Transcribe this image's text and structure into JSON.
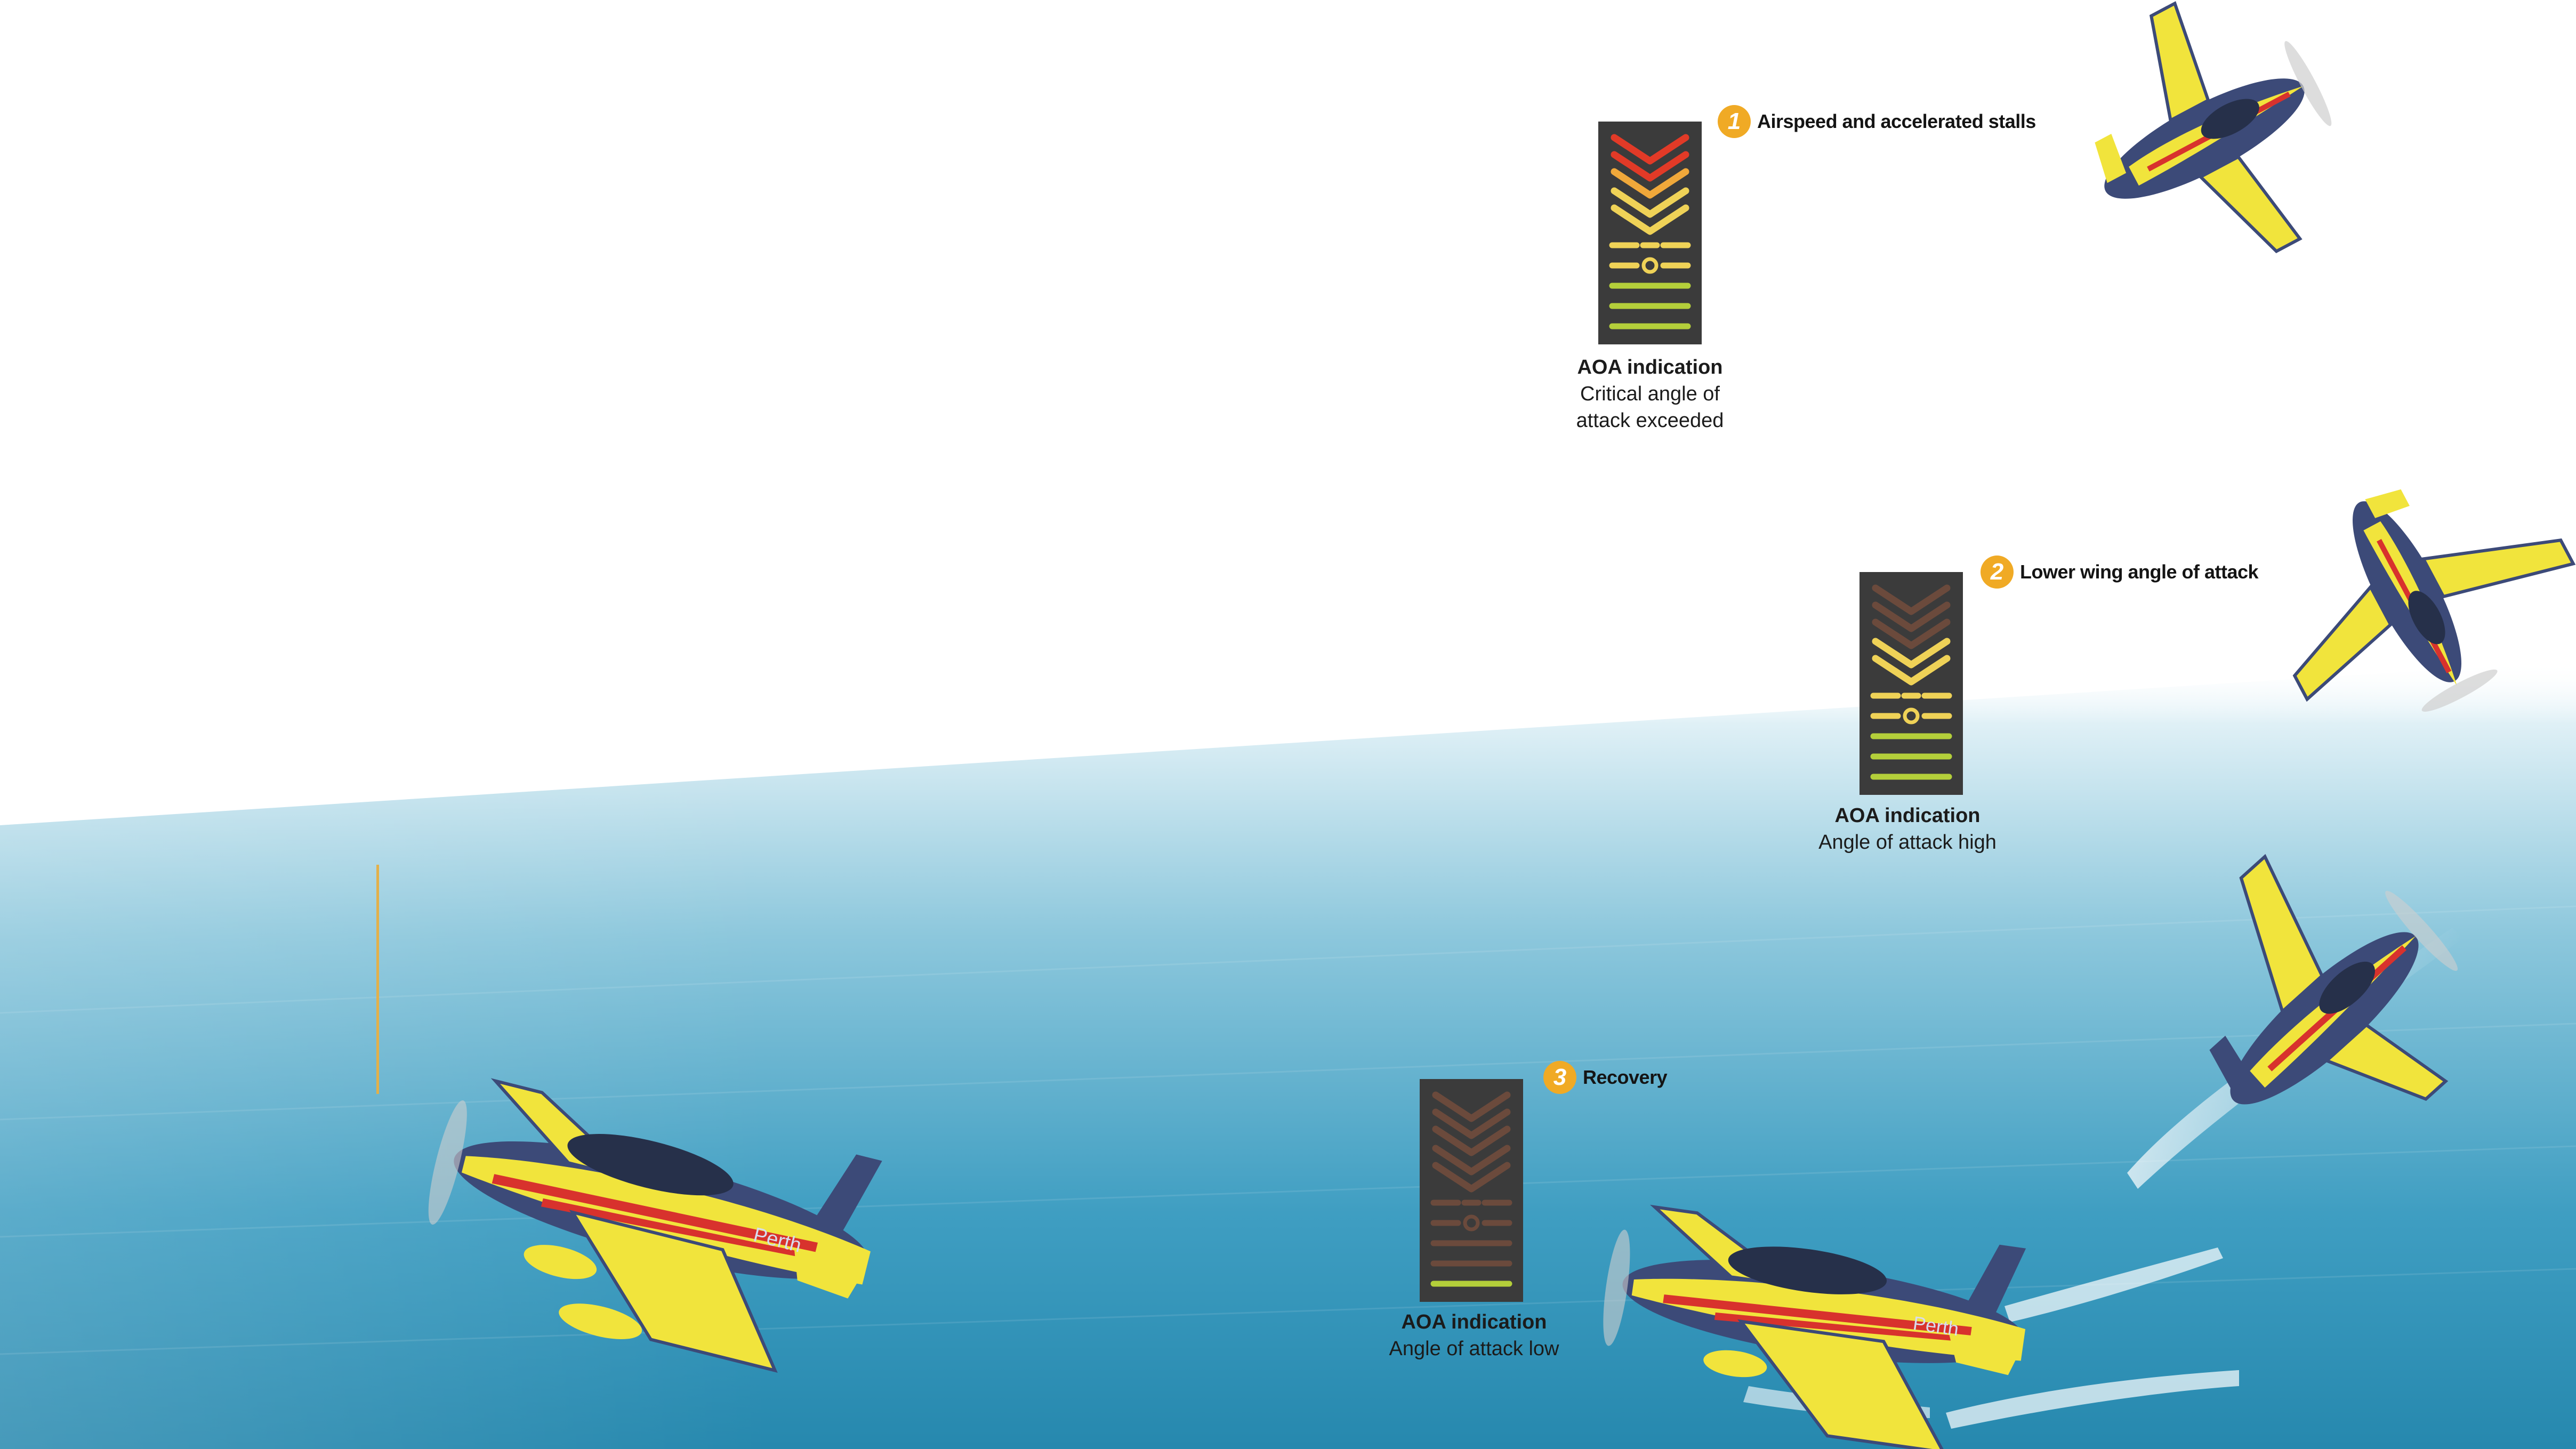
{
  "steps": [
    {
      "number": "1",
      "label": "Airspeed and accelerated stalls"
    },
    {
      "number": "2",
      "label": "Lower wing angle of attack"
    },
    {
      "number": "3",
      "label": "Recovery"
    }
  ],
  "gauges": [
    {
      "title": "AOA indication",
      "line1": "Critical angle of",
      "line2": "attack exceeded",
      "level": "critical"
    },
    {
      "title": "AOA indication",
      "line1": "Angle of attack high",
      "level": "high"
    },
    {
      "title": "AOA indication",
      "line1": "Angle of attack low",
      "level": "low"
    }
  ],
  "aircraft": {
    "livery_text": "Perth"
  },
  "colors": {
    "sea": "#2c93b8",
    "sea_light": "#b9dde9",
    "aircraft_yellow": "#f1e43c",
    "aircraft_navy": "#3c4a78",
    "aircraft_red": "#d8322d",
    "badge": "#f0aa25",
    "gauge_red": "#e23a27",
    "gauge_orange": "#f0a83a",
    "gauge_yellow": "#efd257",
    "gauge_green": "#b4cf3a",
    "gauge_dim": "#6b4a3c"
  }
}
